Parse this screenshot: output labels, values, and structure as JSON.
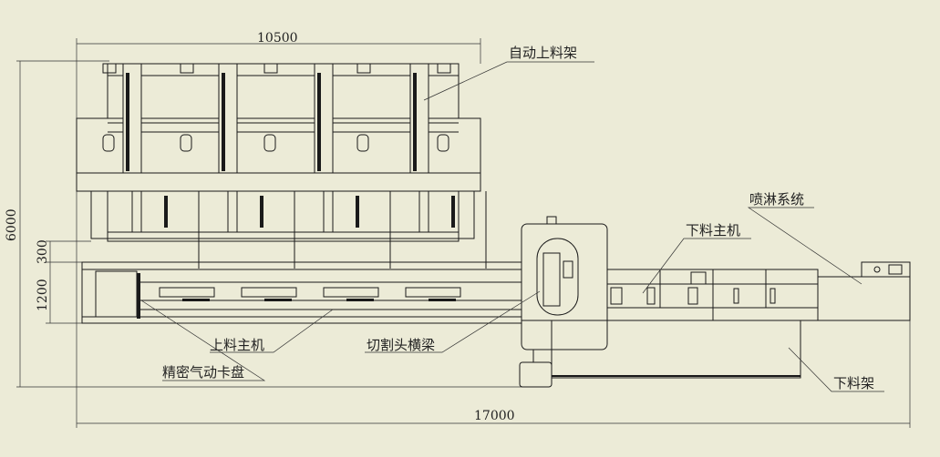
{
  "drawing": {
    "dimensions": {
      "overall_length": "17000",
      "rack_length": "10500",
      "overall_width": "6000",
      "gap": "300",
      "loader_width": "1200"
    },
    "labels": {
      "auto_loading_rack": "自动上料架",
      "spray_system": "喷淋系统",
      "unloading_main": "下料主机",
      "loading_main": "上料主机",
      "cutting_head_beam": "切割头横梁",
      "pneumatic_chuck": "精密气动卡盘",
      "unloading_rack": "下料架"
    },
    "colors": {
      "background": "#ecebd7",
      "line": "#1a1a1a"
    }
  }
}
